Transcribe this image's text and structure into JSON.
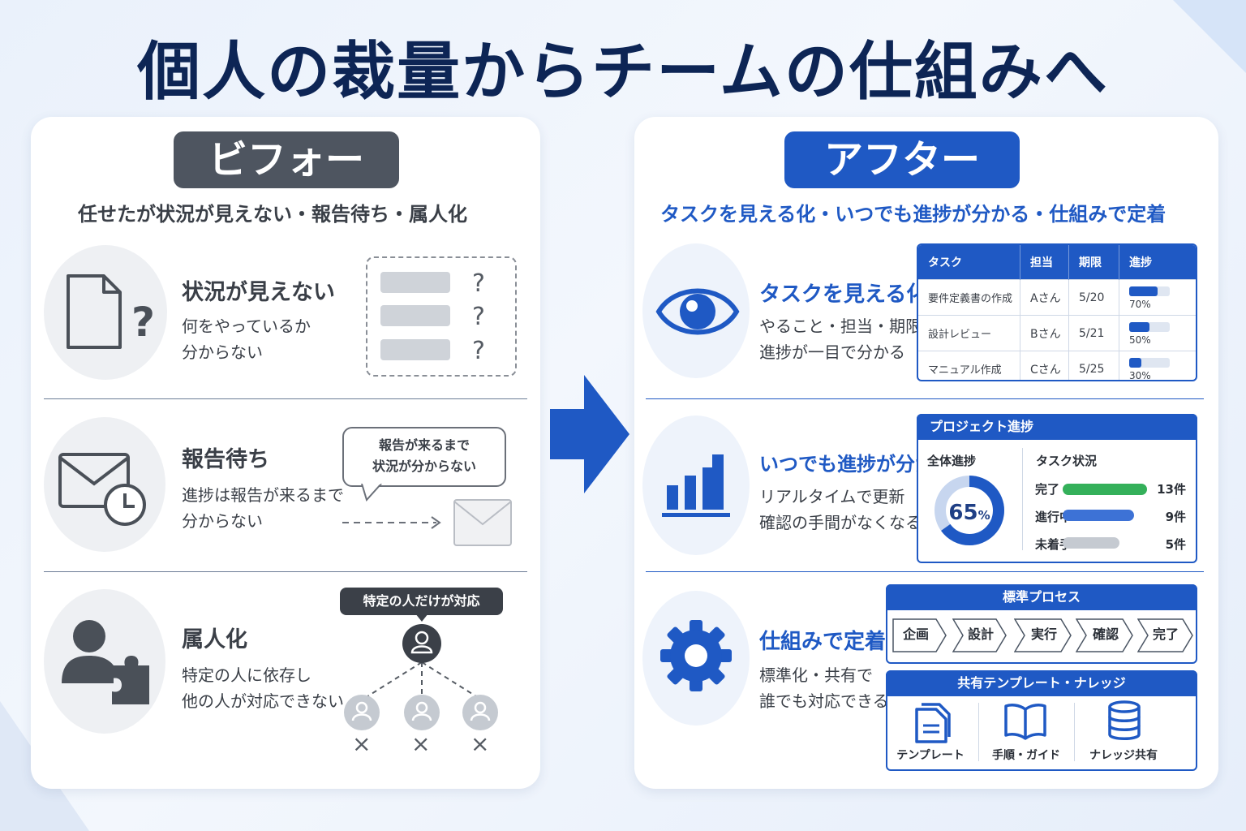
{
  "title": "個人の裁量からチームの仕組みへ",
  "colors": {
    "navy": "#0d2555",
    "blue": "#1f59c4",
    "gray_badge": "#4e5560",
    "green": "#34b05a",
    "light_gray": "#c5cad1"
  },
  "before": {
    "badge": "ビフォー",
    "subtitle": "任せたが状況が見えない・報告待ち・属人化",
    "items": [
      {
        "icon": "document-question-icon",
        "title": "状況が見えない",
        "desc": "何をやっているか\n分からない",
        "marks": [
          "?",
          "?",
          "?"
        ]
      },
      {
        "icon": "mail-clock-icon",
        "title": "報告待ち",
        "desc": "進捗は報告が来るまで\n分からない",
        "bubble": "報告が来るまで\n状況が分からない"
      },
      {
        "icon": "person-puzzle-icon",
        "title": "属人化",
        "desc": "特定の人に依存し\n他の人が対応できない",
        "pill": "特定の人だけが対応",
        "marks": [
          "×",
          "×",
          "×"
        ]
      }
    ]
  },
  "after": {
    "badge": "アフター",
    "subtitle": "タスクを見える化・いつでも進捗が分かる・仕組みで定着",
    "items": [
      {
        "icon": "eye-icon",
        "title": "タスクを見える化",
        "desc": "やること・担当・期限・\n進捗が一目で分かる"
      },
      {
        "icon": "bar-chart-icon",
        "title": "いつでも進捗が分かる",
        "desc": "リアルタイムで更新\n確認の手間がなくなる"
      },
      {
        "icon": "gear-icon",
        "title": "仕組みで定着",
        "desc": "標準化・共有で\n誰でも対応できる"
      }
    ],
    "task_table": {
      "headers": [
        "タスク",
        "担当",
        "期限",
        "進捗"
      ],
      "rows": [
        {
          "task": "要件定義書の作成",
          "owner": "Aさん",
          "due": "5/20",
          "progress": 70,
          "label": "70%"
        },
        {
          "task": "設計レビュー",
          "owner": "Bさん",
          "due": "5/21",
          "progress": 50,
          "label": "50%"
        },
        {
          "task": "マニュアル作成",
          "owner": "Cさん",
          "due": "5/25",
          "progress": 30,
          "label": "30%"
        }
      ]
    },
    "project": {
      "header": "プロジェクト進捗",
      "overall_label": "全体進捗",
      "overall_value": 65,
      "overall_text": "65",
      "overall_unit": "%",
      "status_label": "タスク状況",
      "statuses": [
        {
          "label": "完了",
          "count": "13件",
          "value": 13,
          "color": "#34b05a"
        },
        {
          "label": "進行中",
          "count": "9件",
          "value": 9,
          "color": "#3d72d6"
        },
        {
          "label": "未着手",
          "count": "5件",
          "value": 5,
          "color": "#c5cad1"
        }
      ]
    },
    "process": {
      "header": "標準プロセス",
      "steps": [
        "企画",
        "設計",
        "実行",
        "確認",
        "完了"
      ]
    },
    "knowledge": {
      "header": "共有テンプレート・ナレッジ",
      "items": [
        {
          "icon": "template-icon",
          "label": "テンプレート"
        },
        {
          "icon": "book-icon",
          "label": "手順・ガイド"
        },
        {
          "icon": "database-icon",
          "label": "ナレッジ共有"
        }
      ]
    }
  }
}
